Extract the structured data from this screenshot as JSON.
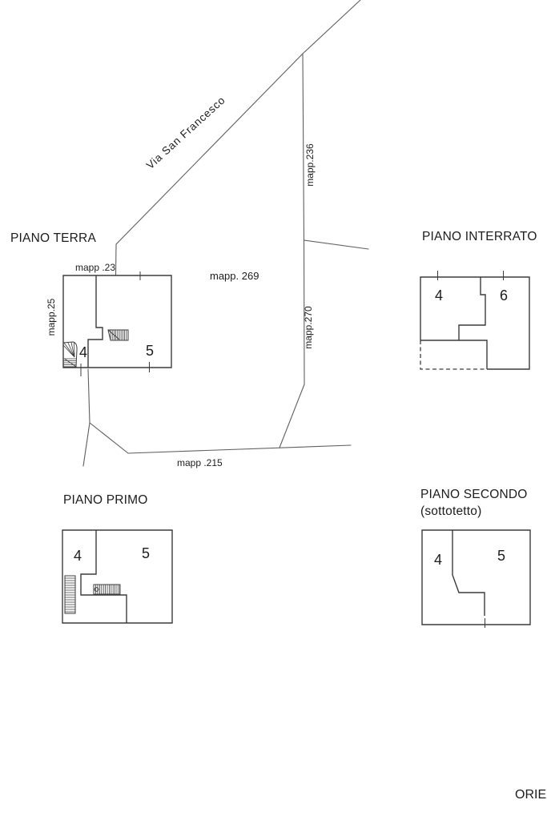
{
  "drawing": {
    "street_label": "Via San Francesco",
    "parcels": {
      "mapp23": "mapp .23",
      "mapp25": "mapp.25",
      "mapp236": "mapp.236",
      "mapp269": "mapp. 269",
      "mapp270": "mapp.270",
      "mapp215": "mapp .215"
    },
    "floors": {
      "terra": {
        "title": "PIANO TERRA",
        "rooms": [
          "4",
          "5"
        ]
      },
      "interrato": {
        "title": "PIANO INTERRATO",
        "rooms": [
          "4",
          "6"
        ]
      },
      "primo": {
        "title": "PIANO PRIMO",
        "rooms": [
          "4",
          "5"
        ]
      },
      "secondo": {
        "title": "PIANO SECONDO",
        "subtitle": "(sottotetto)",
        "rooms": [
          "4",
          "5"
        ]
      }
    },
    "footer_partial": "ORIE",
    "colors": {
      "background": "#ffffff",
      "parcel_line": "#5f5f5f",
      "wall_line": "#3c3c3c",
      "text": "#1c1c1c"
    }
  }
}
